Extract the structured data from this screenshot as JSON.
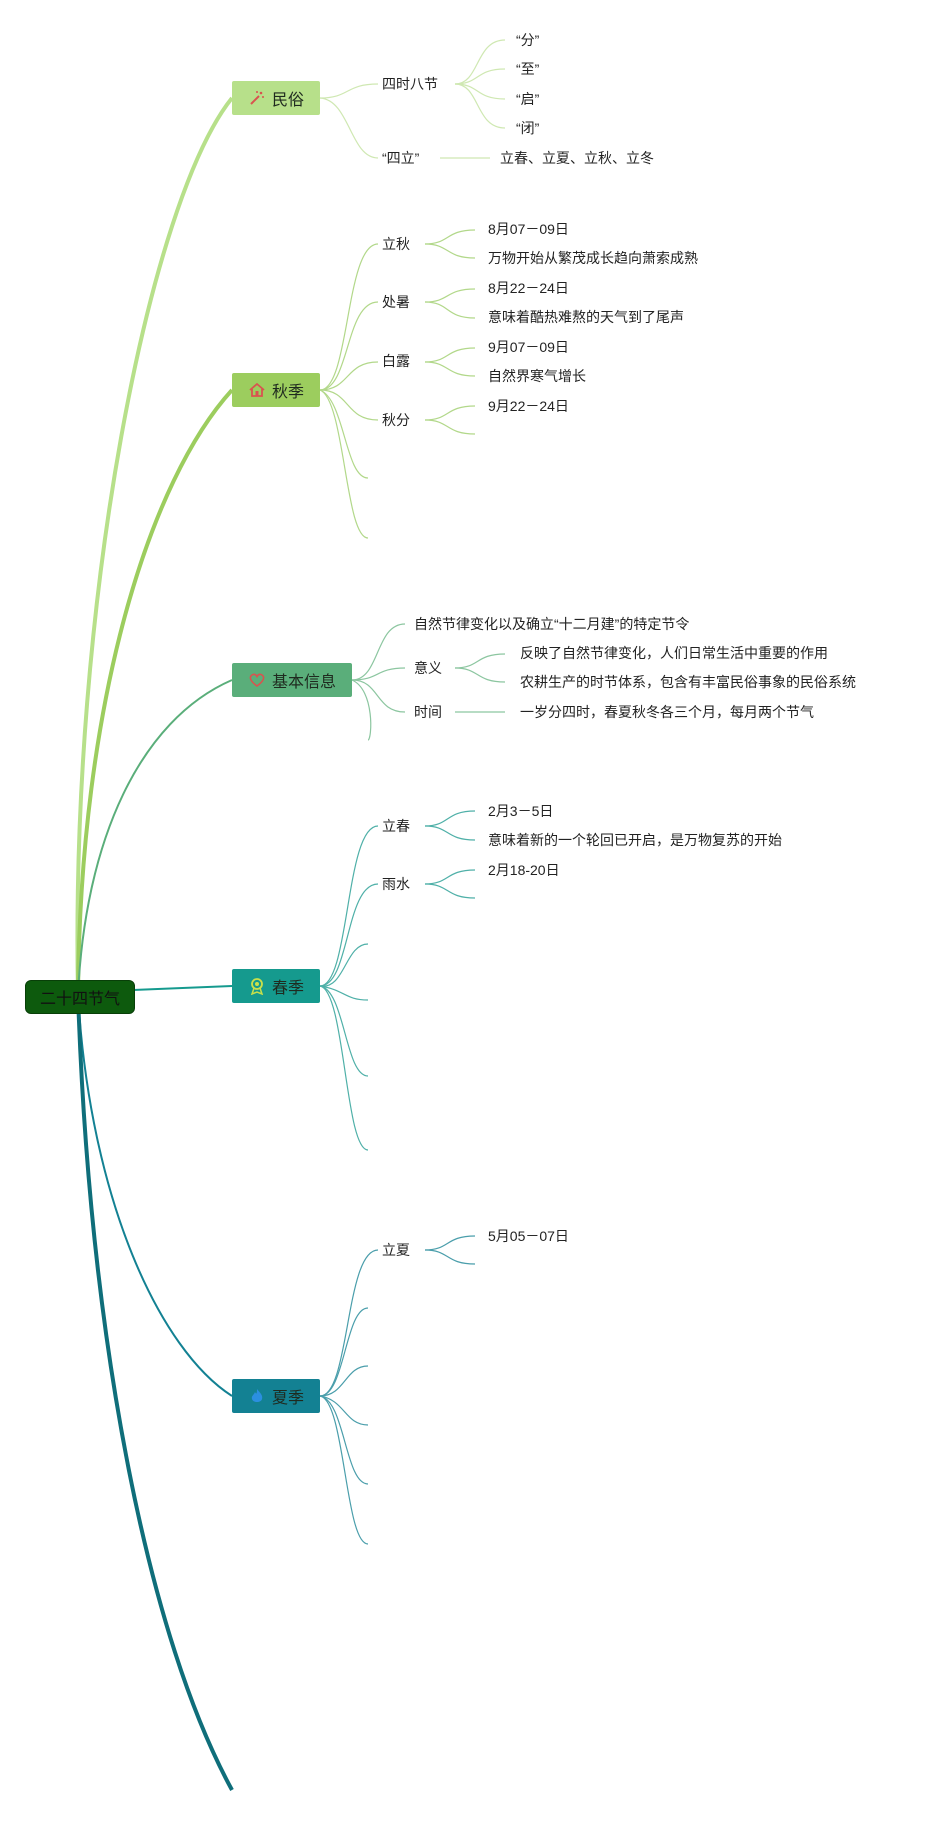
{
  "root": {
    "label": "二十四节气"
  },
  "branches": {
    "minsu": {
      "label": "民俗",
      "color": "#b7e08a",
      "icon": "magic-wand-icon"
    },
    "qiu": {
      "label": "秋季",
      "color": "#9ccd5e",
      "icon": "house-icon"
    },
    "jiben": {
      "label": "基本信息",
      "color": "#5aae7a",
      "icon": "heart-icon"
    },
    "chun": {
      "label": "春季",
      "color": "#159a8e",
      "icon": "badge-icon"
    },
    "xia": {
      "label": "夏季",
      "color": "#138193",
      "icon": "flame-icon"
    }
  },
  "minsu": {
    "sishi": "四时八节",
    "fen": "“分”",
    "zhi": "“至”",
    "qi": "“启”",
    "bi": "“闭”",
    "sili": "“四立”",
    "sili_detail": "立春、立夏、立秋、立冬"
  },
  "qiu": {
    "liqiu": "立秋",
    "liqiu_date": "8月07－09日",
    "liqiu_desc": "万物开始从繁茂成长趋向萧索成熟",
    "chushu": "处暑",
    "chushu_date": "8月22－24日",
    "chushu_desc": "意味着酷热难熬的天气到了尾声",
    "bailu": "白露",
    "bailu_date": "9月07－09日",
    "bailu_desc": "自然界寒气增长",
    "qiufen": "秋分",
    "qiufen_date": "9月22－24日"
  },
  "jiben": {
    "def": "自然节律变化以及确立“十二月建”的特定节令",
    "yiyi": "意义",
    "yiyi_1": "反映了自然节律变化，人们日常生活中重要的作用",
    "yiyi_2": "农耕生产的时节体系，包含有丰富民俗事象的民俗系统",
    "shijian": "时间",
    "shijian_desc": "一岁分四时，春夏秋冬各三个月，每月两个节气"
  },
  "chun": {
    "lichun": "立春",
    "lichun_date": "2月3－5日",
    "lichun_desc": "意味着新的一个轮回已开启，是万物复苏的开始",
    "yushui": "雨水",
    "yushui_date": "2月18-20日"
  },
  "xia": {
    "lixia": "立夏",
    "lixia_date": "5月05－07日"
  }
}
